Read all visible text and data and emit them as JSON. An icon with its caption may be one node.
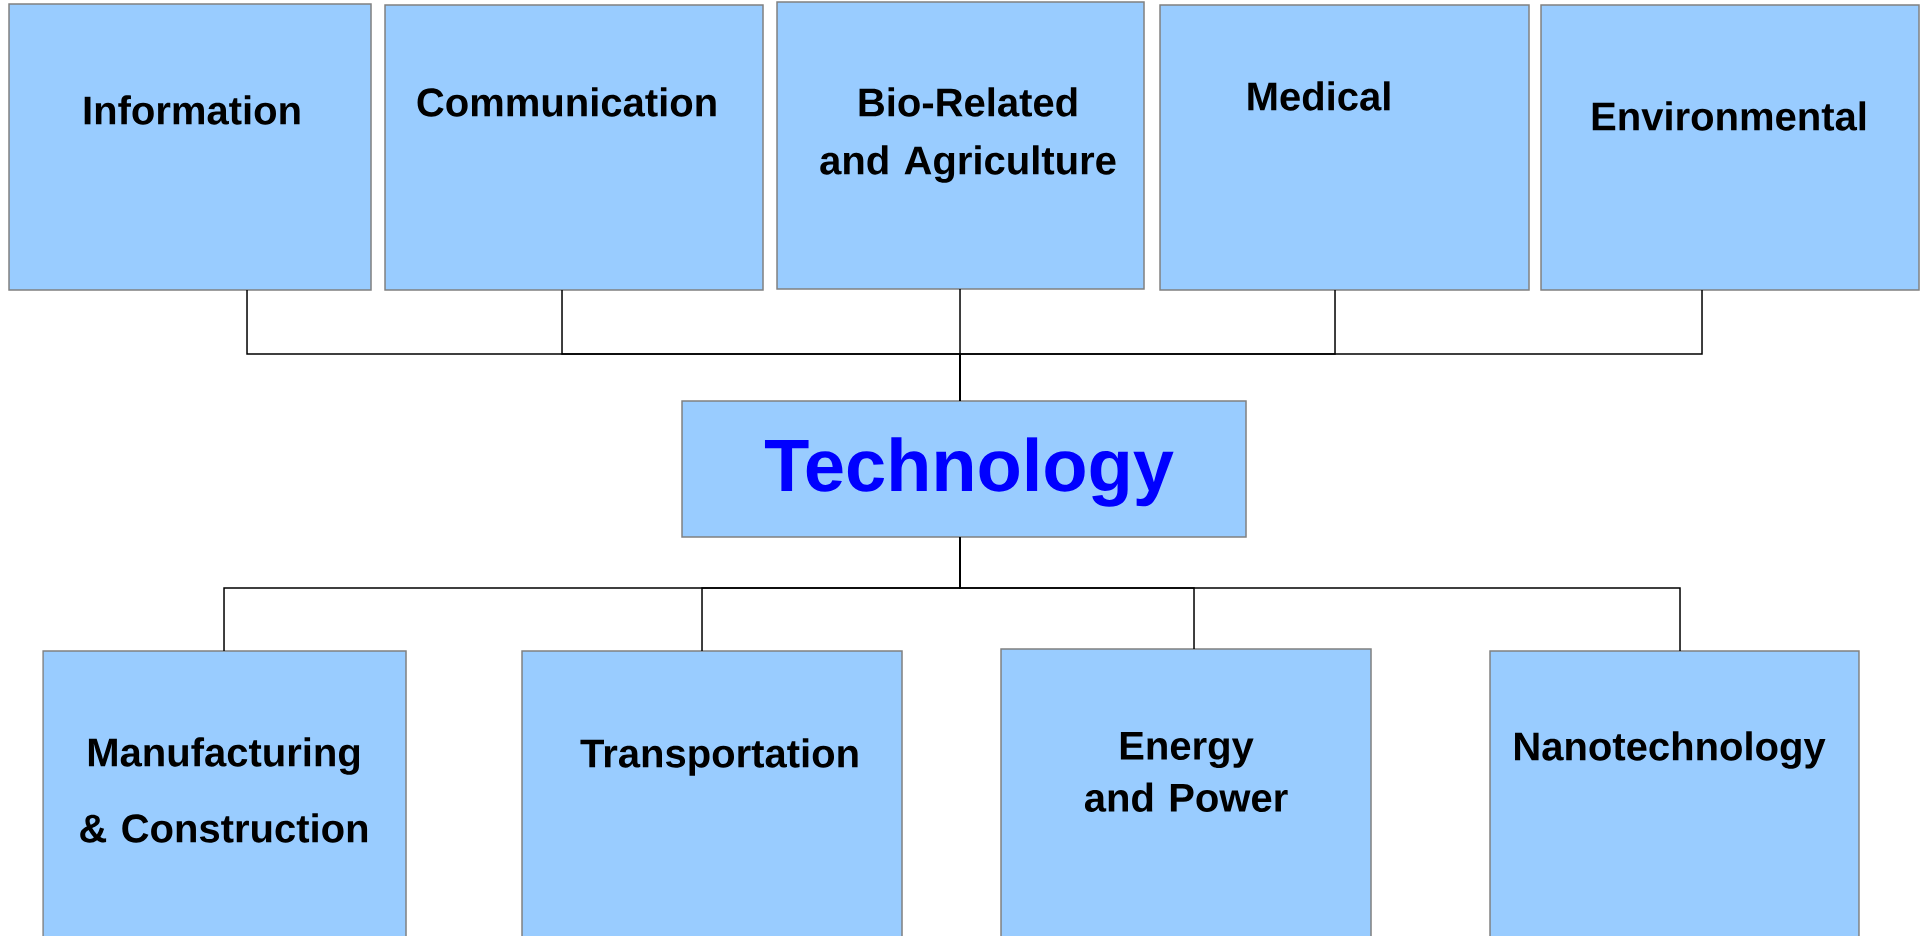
{
  "diagram": {
    "nodes": [
      {
        "text": [
          "Information"
        ]
      },
      {
        "text": [
          "Communication"
        ]
      },
      {
        "text": [
          "Bio-Related and Agriculture"
        ]
      },
      {
        "text": [
          "Medical"
        ]
      },
      {
        "text": [
          "Environmental"
        ]
      },
      {
        "text": [
          "Technology"
        ]
      },
      {
        "text": [
          "Manufacturing & Construction"
        ]
      },
      {
        "text": [
          "Transportation"
        ]
      },
      {
        "text": [
          "Energy and Power"
        ]
      },
      {
        "text": [
          "Nanotechnology"
        ]
      }
    ],
    "edges": [
      {
        "from": 0,
        "to": 5,
        "arrow": "none"
      },
      {
        "from": 1,
        "to": 5,
        "arrow": "none"
      },
      {
        "from": 2,
        "to": 5,
        "arrow": "none"
      },
      {
        "from": 3,
        "to": 5,
        "arrow": "none"
      },
      {
        "from": 4,
        "to": 5,
        "arrow": "none"
      },
      {
        "from": 5,
        "to": 6,
        "arrow": "none"
      },
      {
        "from": 5,
        "to": 7,
        "arrow": "none"
      },
      {
        "from": 5,
        "to": 8,
        "arrow": "none"
      },
      {
        "from": 5,
        "to": 9,
        "arrow": "none"
      }
    ]
  }
}
